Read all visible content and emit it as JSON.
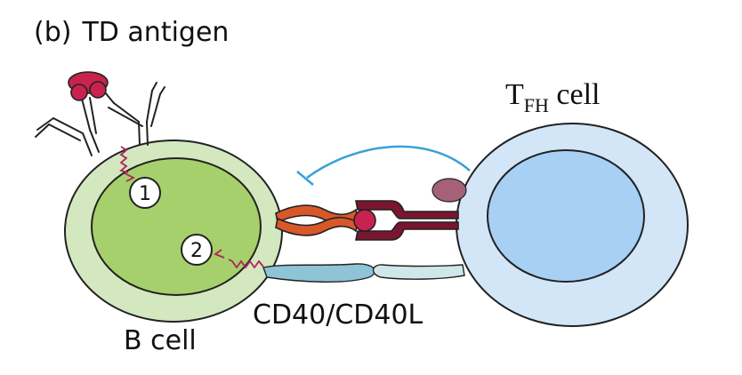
{
  "figure": {
    "panel_label": "(b)",
    "title": "TD antigen"
  },
  "cells": {
    "b_cell_label": "B cell",
    "t_cell_label_main": "T",
    "t_cell_label_sub": "FH",
    "t_cell_label_suffix": " cell"
  },
  "signals": {
    "signal_1": "1",
    "signal_2": "2",
    "costim_label": "CD40/CD40L"
  },
  "colors": {
    "b_cell_outer": "#d4e8c0",
    "b_cell_nucleus": "#a6d06c",
    "t_cell_outer": "#d2e6f8",
    "t_cell_nucleus": "#a7d0f4",
    "antigen": "#c8234f",
    "tcr": "#7a1530",
    "mhc": "#d9582a",
    "feedback_arrow": "#3aa0d8",
    "cd40": "#8fc3d6",
    "cd40l": "#cfe6ea"
  }
}
